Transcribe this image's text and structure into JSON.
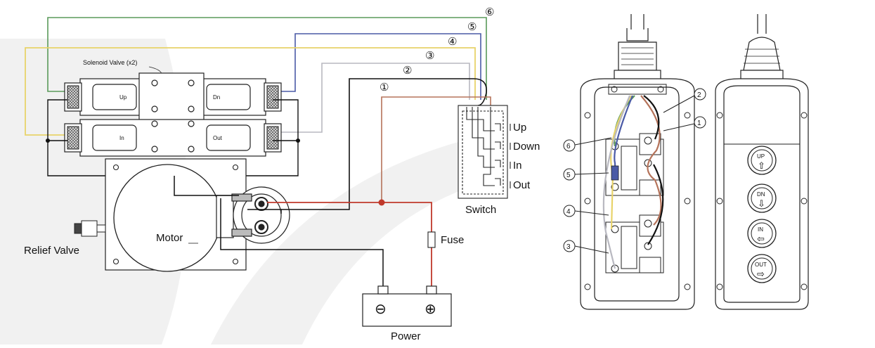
{
  "wiring": {
    "solenoid_valve_label": "Solenoid Valve (x2)",
    "coil_up": "Up",
    "coil_dn": "Dn",
    "coil_in": "In",
    "coil_out": "Out",
    "motor_label": "Motor",
    "relief_valve_label": "Relief Valve",
    "fuse_label": "Fuse",
    "power_label": "Power",
    "switch_label": "Switch",
    "switch_up": "Up",
    "switch_down": "Down",
    "switch_in": "In",
    "switch_out": "Out",
    "battery_neg": "⊖",
    "battery_pos": "⊕",
    "wire_numbers": [
      "①",
      "②",
      "③",
      "④",
      "⑤",
      "⑥"
    ]
  },
  "pendant": {
    "callouts": [
      "2",
      "1",
      "6",
      "5",
      "4",
      "3"
    ],
    "buttons": [
      {
        "text": "UP",
        "arrow": "⇧"
      },
      {
        "text": "DN",
        "arrow": "⇩"
      },
      {
        "text": "IN",
        "arrow": "⇦"
      },
      {
        "text": "OUT",
        "arrow": "⇨"
      }
    ]
  },
  "colors": {
    "wire1_brown": "#b5735a",
    "wire2_black": "#111111",
    "wire3_gray": "#b8b8c0",
    "wire4_yellow": "#e8d36a",
    "wire5_blue": "#4a5aa6",
    "wire6_green": "#5a9a5a",
    "positive_red": "#c0392b",
    "watermark": "#efefef"
  }
}
